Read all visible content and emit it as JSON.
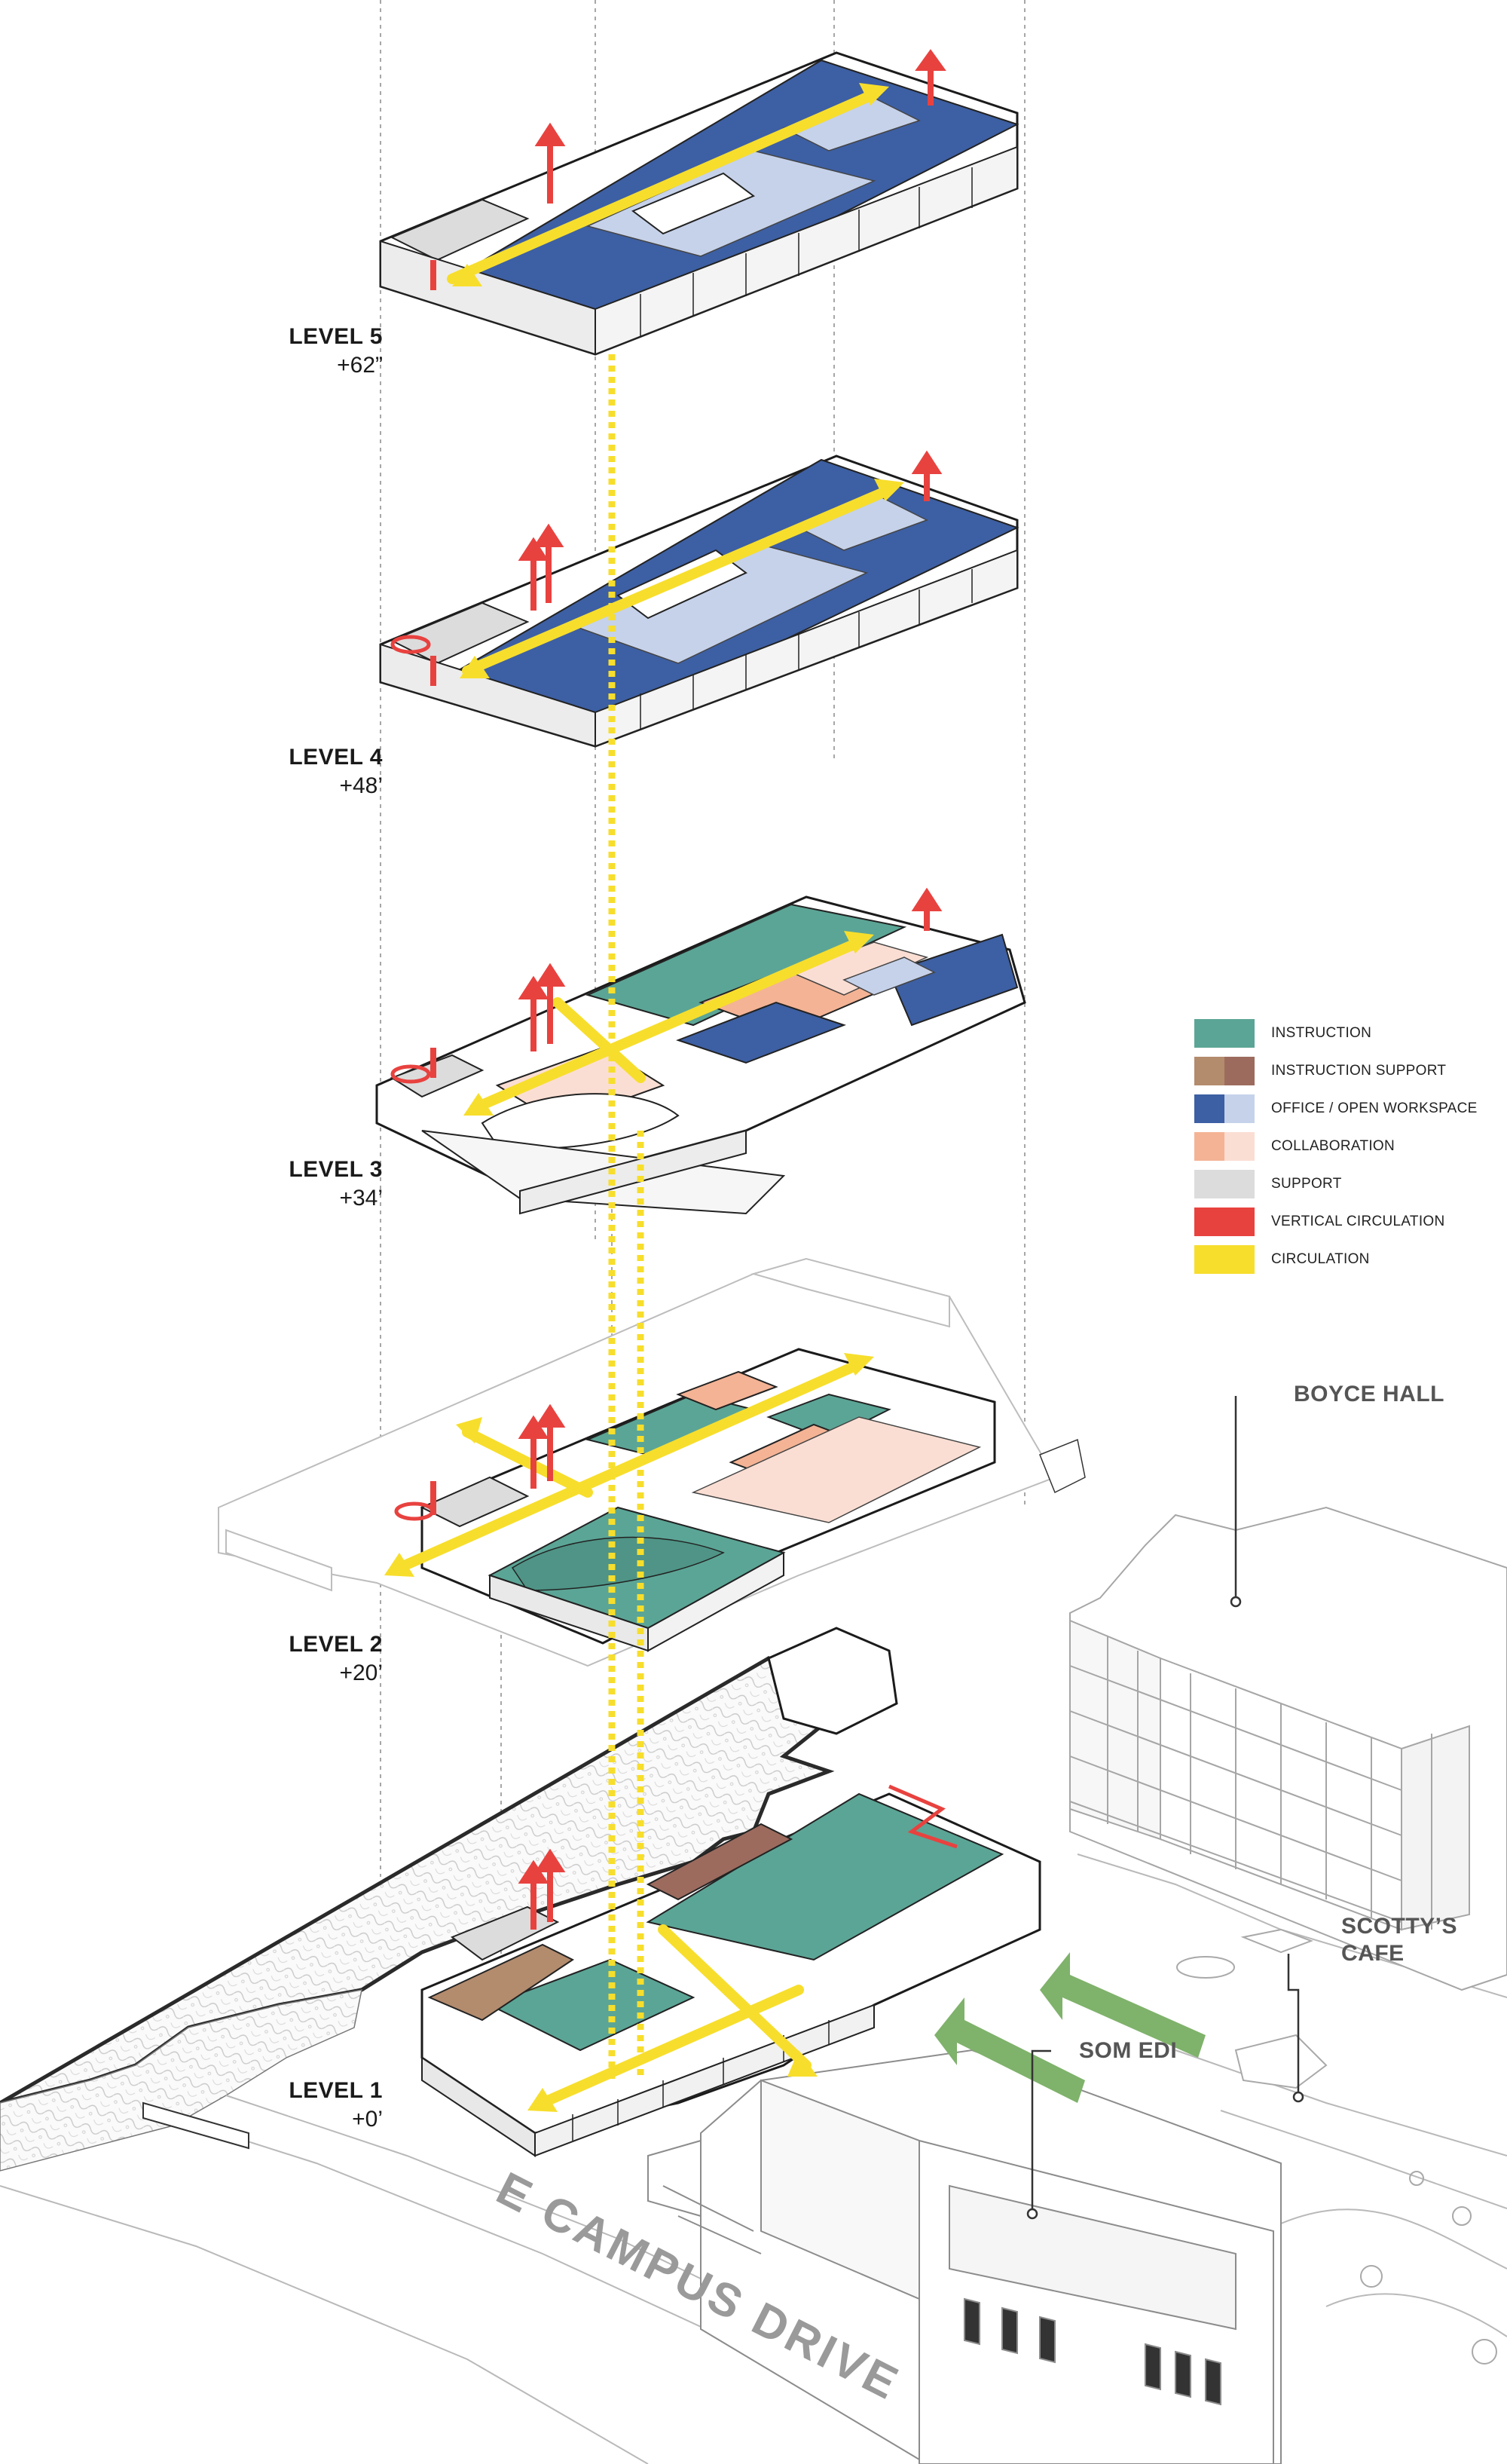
{
  "levels": [
    {
      "name": "LEVEL 5",
      "elevation": "+62”"
    },
    {
      "name": "LEVEL 4",
      "elevation": "+48’"
    },
    {
      "name": "LEVEL 3",
      "elevation": "+34’"
    },
    {
      "name": "LEVEL 2",
      "elevation": "+20’"
    },
    {
      "name": "LEVEL 1",
      "elevation": "+0’"
    }
  ],
  "legend": [
    {
      "label": "INSTRUCTION",
      "colors": [
        "#5ba596"
      ]
    },
    {
      "label": "INSTRUCTION SUPPORT",
      "colors": [
        "#b38b6d",
        "#9c6b5e"
      ]
    },
    {
      "label": "OFFICE / OPEN WORKSPACE",
      "colors": [
        "#3d5fa3",
        "#c6d2ea"
      ]
    },
    {
      "label": "COLLABORATION",
      "colors": [
        "#f4b395",
        "#fbded3"
      ]
    },
    {
      "label": "SUPPORT",
      "colors": [
        "#dcdcdc"
      ]
    },
    {
      "label": "VERTICAL CIRCULATION",
      "colors": [
        "#e8423f"
      ]
    },
    {
      "label": "CIRCULATION",
      "colors": [
        "#f7de2c"
      ]
    }
  ],
  "places": {
    "boyce_hall": "BOYCE HALL",
    "scottys_cafe_line1": "SCOTTY’S",
    "scottys_cafe_line2": "CAFE",
    "som_edi": "SOM EDI",
    "street": "E CAMPUS DRIVE"
  },
  "colors": {
    "instruction": "#5ba596",
    "instruction_support": "#b38b6d",
    "office": "#3d5fa3",
    "office_light": "#c6d2ea",
    "collaboration": "#f4b395",
    "collaboration_light": "#fbded3",
    "support": "#dcdcdc",
    "vertical_circulation": "#e8423f",
    "circulation": "#f7de2c",
    "entry_arrow": "#7fb26b"
  }
}
